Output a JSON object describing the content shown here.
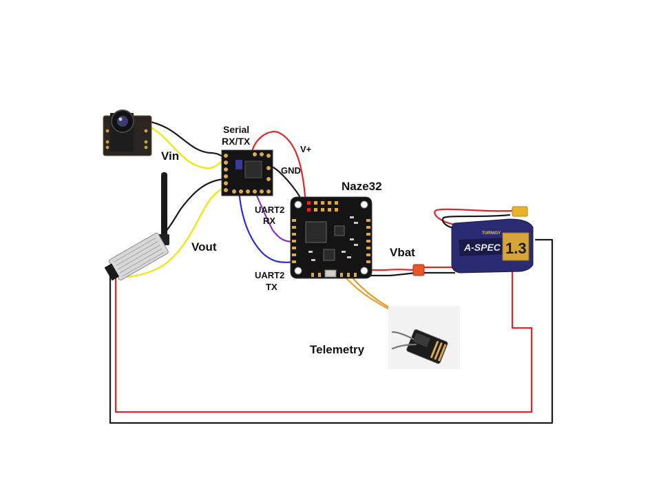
{
  "labels": {
    "serial": "Serial",
    "serial_rxtx": "RX/TX",
    "vin": "Vin",
    "vplus": "V+",
    "gnd": "GND",
    "naze32": "Naze32",
    "uart2_rx_top": "UART2",
    "uart2_rx_bottom": "RX",
    "vout": "Vout",
    "vbat": "Vbat",
    "uart2_tx_top": "UART2",
    "uart2_tx_bottom": "TX",
    "telemetry": "Telemetry"
  },
  "battery": {
    "brand": "TURNIGY",
    "model": "A-SPEC",
    "capacity": "1.3"
  },
  "colors": {
    "red_wire": "#e0262b",
    "black_wire": "#1a1a1a",
    "yellow_wire": "#f2e600",
    "blue_wire": "#2a2ad8",
    "purple_wire": "#8a2fc8",
    "orange_wire": "#f0a030",
    "grey_wire": "#9a9a9a",
    "pcb": "#141414",
    "pad_gold": "#d9a94a"
  }
}
